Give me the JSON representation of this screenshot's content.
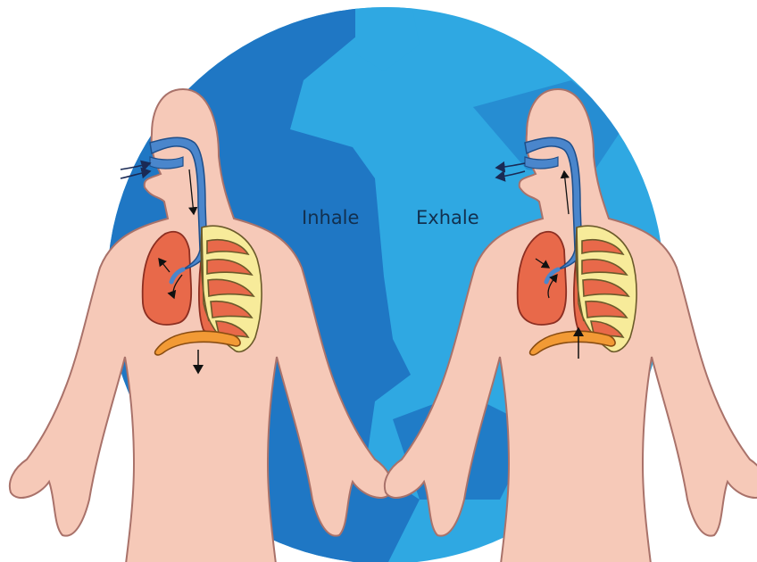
{
  "labels": {
    "inhale": "Inhale",
    "exhale": "Exhale"
  },
  "colors": {
    "background": "#ffffff",
    "globe_dark": "#1f77c4",
    "globe_light": "#2fa8e2",
    "skin": "#f6c9b8",
    "skin_outline": "#a9726a",
    "lung": "#e8694a",
    "lung_outline": "#8c2f22",
    "airway": "#4a86cc",
    "ribs": "#f7eb9a",
    "rib_outline": "#6b5a2a",
    "diaphragm": "#f29a35",
    "arrow": "#111111"
  },
  "figures": [
    {
      "id": "inhale",
      "diaphragm_motion": "down",
      "airflow": "in"
    },
    {
      "id": "exhale",
      "diaphragm_motion": "up",
      "airflow": "out"
    }
  ]
}
